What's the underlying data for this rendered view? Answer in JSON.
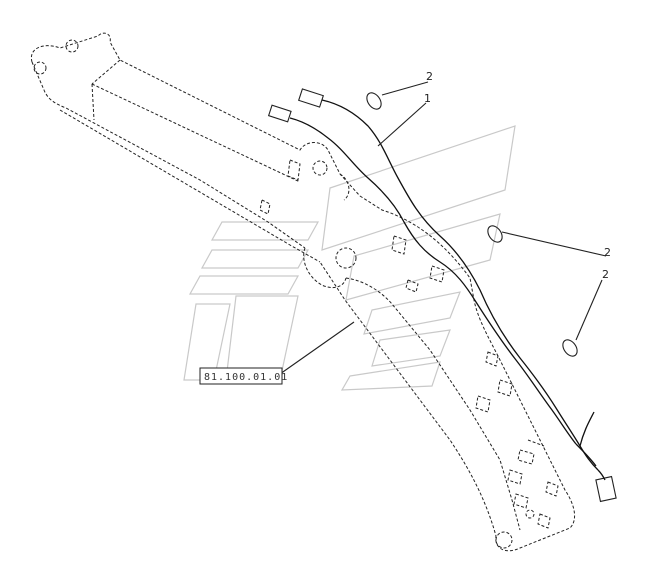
{
  "callouts": [
    {
      "label": "2"
    },
    {
      "label": "1"
    },
    {
      "label": "2"
    },
    {
      "label": "2"
    }
  ],
  "reference": {
    "label": "81.100.01.01"
  }
}
